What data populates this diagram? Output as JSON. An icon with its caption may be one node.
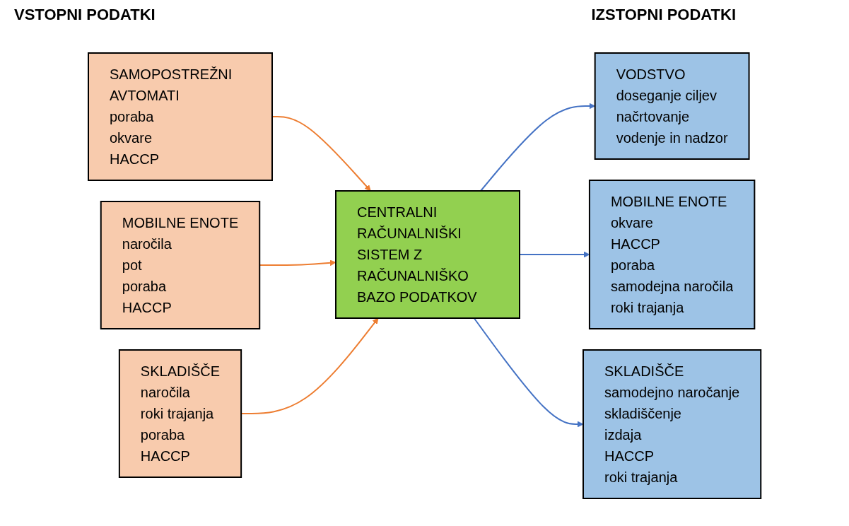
{
  "diagram": {
    "nodes": [
      {
        "text": [
          "SAMOPOSTREŽNI AVTOMATI",
          "poraba",
          "okvare",
          "HACCP"
        ]
      },
      {
        "text": [
          "MOBILNE ENOTE",
          "naročila",
          "pot",
          "poraba",
          "HACCP"
        ]
      },
      {
        "text": [
          "SKLADIŠČE",
          "naročila",
          "roki trajanja",
          "poraba",
          "HACCP"
        ]
      },
      {
        "text": [
          "CENTRALNI RAČUNALNIŠKI SISTEM Z RAČUNALNIŠKO BAZO PODATKOV"
        ]
      },
      {
        "text": [
          "VODSTVO",
          "doseganje ciljev",
          "načrtovanje",
          "vodenje in nadzor"
        ]
      },
      {
        "text": [
          "MOBILNE ENOTE",
          "okvare",
          "HACCP",
          "poraba",
          "samodejna naročila",
          "roki trajanja"
        ]
      },
      {
        "text": [
          "SKLADIŠČE",
          "samodejno naročanje",
          "skladiščenje",
          "izdaja",
          "HACCP",
          "roki trajanja"
        ]
      }
    ],
    "edges": [
      {
        "from": 0,
        "to": 3,
        "arrow": "to",
        "color": "#ed7d31"
      },
      {
        "from": 1,
        "to": 3,
        "arrow": "to",
        "color": "#ed7d31"
      },
      {
        "from": 2,
        "to": 3,
        "arrow": "to",
        "color": "#ed7d31"
      },
      {
        "from": 3,
        "to": 4,
        "arrow": "to",
        "color": "#4472c4"
      },
      {
        "from": 3,
        "to": 5,
        "arrow": "to",
        "color": "#4472c4"
      },
      {
        "from": 3,
        "to": 6,
        "arrow": "to",
        "color": "#4472c4"
      }
    ],
    "labels": [
      "VSTOPNI PODATKI",
      "IZSTOPNI PODATKI"
    ]
  }
}
